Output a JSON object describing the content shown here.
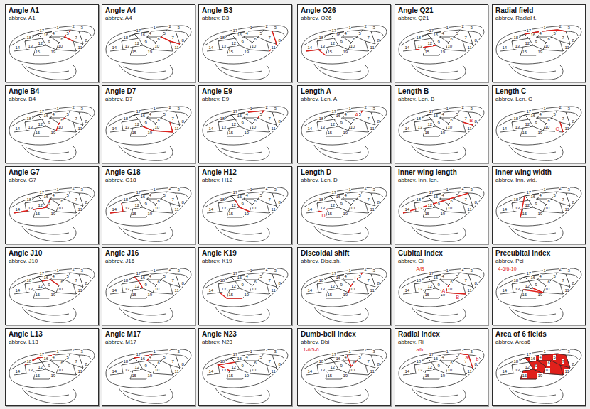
{
  "diagram": {
    "nodes": [
      {
        "text": [
          "Angle A1",
          "abbrev. A1"
        ]
      },
      {
        "text": [
          "Angle A4",
          "abbrev. A4"
        ]
      },
      {
        "text": [
          "Angle B3",
          "abbrev. B3"
        ]
      },
      {
        "text": [
          "Angle O26",
          "abbrev. O26"
        ]
      },
      {
        "text": [
          "Angle Q21",
          "abbrev. Q21"
        ]
      },
      {
        "text": [
          "Radial field",
          "abbrev. Radial f."
        ]
      },
      {
        "text": [
          "Angle B4",
          "abbrev. B4"
        ]
      },
      {
        "text": [
          "Angle D7",
          "abbrev. D7"
        ]
      },
      {
        "text": [
          "Angle E9",
          "abbrev. E9"
        ]
      },
      {
        "text": [
          "Length A",
          "abbrev. Len. A"
        ]
      },
      {
        "text": [
          "Length B",
          "abbrev. Len. B"
        ]
      },
      {
        "text": [
          "Length C",
          "abbrev. Len. C"
        ]
      },
      {
        "text": [
          "Angle G7",
          "abbrev. G7"
        ]
      },
      {
        "text": [
          "Angle G18",
          "abbrev. G18"
        ]
      },
      {
        "text": [
          "Angle H12",
          "abbrev. H12"
        ]
      },
      {
        "text": [
          "Length D",
          "abbrev. Len. D"
        ]
      },
      {
        "text": [
          "Inner wing length",
          "abbrev. Inn. len."
        ]
      },
      {
        "text": [
          "Inner wing width",
          "abbrev. Inn. wid."
        ]
      },
      {
        "text": [
          "Angle J10",
          "abbrev. J10"
        ]
      },
      {
        "text": [
          "Angle J16",
          "abbrev. J16"
        ]
      },
      {
        "text": [
          "Angle K19",
          "abbrev. K19"
        ]
      },
      {
        "text": [
          "Discoidal shift",
          "abbrev. Disc.sh."
        ]
      },
      {
        "text": [
          "Cubital index",
          "abbrev. Ci"
        ]
      },
      {
        "text": [
          "Precubital index",
          "abbrev. Pci"
        ]
      },
      {
        "text": [
          "Angle L13",
          "abbrev. L13"
        ]
      },
      {
        "text": [
          "Angle M17",
          "abbrev. M17"
        ]
      },
      {
        "text": [
          "Angle N23",
          "abbrev. N23"
        ]
      },
      {
        "text": [
          "Dumb-bell index",
          "abbrev. Dbi"
        ]
      },
      {
        "text": [
          "Radial index",
          "abbrev. Ri"
        ]
      },
      {
        "text": [
          "Area of 6 fields",
          "abbrev. Area6"
        ]
      }
    ],
    "labels": [
      "1",
      "2",
      "3",
      "4",
      "5",
      "6",
      "7",
      "8",
      "9",
      "10",
      "11",
      "12",
      "13",
      "14",
      "15",
      "16",
      "17",
      "18",
      "19",
      "1",
      "2",
      "3",
      "4",
      "5",
      "6",
      "7",
      "8",
      "9",
      "10",
      "11",
      "12",
      "13",
      "14",
      "15",
      "16",
      "17",
      "18",
      "19",
      "1",
      "2",
      "3",
      "4",
      "5",
      "6",
      "7",
      "8",
      "9",
      "10",
      "11",
      "12",
      "13",
      "14",
      "15",
      "16",
      "17",
      "18",
      "19",
      "1",
      "2",
      "3",
      "4",
      "5",
      "6",
      "7",
      "8",
      "9",
      "10",
      "11",
      "12",
      "13",
      "14",
      "15",
      "16",
      "17",
      "18",
      "19",
      "1",
      "2",
      "3",
      "4",
      "5",
      "6",
      "7",
      "8",
      "9",
      "10",
      "11",
      "12",
      "13",
      "14",
      "15",
      "16",
      "17",
      "18",
      "19",
      "1",
      "2",
      "3",
      "4",
      "5",
      "6",
      "7",
      "8",
      "9",
      "10",
      "11",
      "12",
      "13",
      "14",
      "15",
      "16",
      "17",
      "18",
      "19",
      "1",
      "2",
      "3",
      "4",
      "5",
      "6",
      "7",
      "8",
      "9",
      "10",
      "11",
      "12",
      "13",
      "14",
      "15",
      "16",
      "17",
      "18",
      "19",
      "1",
      "2",
      "3",
      "4",
      "5",
      "6",
      "7",
      "8",
      "9",
      "10",
      "11",
      "12",
      "13",
      "14",
      "15",
      "16",
      "17",
      "18",
      "19",
      "1",
      "2",
      "3",
      "4",
      "5",
      "6",
      "7",
      "8",
      "9",
      "10",
      "11",
      "12",
      "13",
      "14",
      "15",
      "16",
      "17",
      "18",
      "19",
      "1",
      "2",
      "3",
      "4",
      "5",
      "6",
      "7",
      "8",
      "9",
      "10",
      "11",
      "12",
      "13",
      "14",
      "15",
      "16",
      "17",
      "18",
      "19",
      "A",
      "1",
      "2",
      "3",
      "4",
      "5",
      "6",
      "7",
      "8",
      "9",
      "10",
      "11",
      "12",
      "13",
      "14",
      "15",
      "16",
      "17",
      "18",
      "19",
      "B",
      "1",
      "2",
      "3",
      "4",
      "5",
      "6",
      "7",
      "8",
      "9",
      "10",
      "11",
      "12",
      "13",
      "14",
      "15",
      "16",
      "17",
      "18",
      "19",
      "C",
      "1",
      "2",
      "3",
      "4",
      "5",
      "6",
      "7",
      "8",
      "9",
      "10",
      "11",
      "12",
      "13",
      "14",
      "15",
      "16",
      "17",
      "18",
      "19",
      "1",
      "2",
      "3",
      "4",
      "5",
      "6",
      "7",
      "8",
      "9",
      "10",
      "11",
      "12",
      "13",
      "14",
      "15",
      "16",
      "17",
      "18",
      "19",
      "1",
      "2",
      "3",
      "4",
      "5",
      "6",
      "7",
      "8",
      "9",
      "10",
      "11",
      "12",
      "13",
      "14",
      "15",
      "16",
      "17",
      "18",
      "19",
      "1",
      "2",
      "3",
      "4",
      "5",
      "6",
      "7",
      "8",
      "9",
      "10",
      "11",
      "12",
      "13",
      "14",
      "15",
      "16",
      "17",
      "18",
      "19",
      "D",
      "1",
      "2",
      "3",
      "4",
      "5",
      "6",
      "7",
      "8",
      "9",
      "10",
      "11",
      "12",
      "13",
      "14",
      "15",
      "16",
      "17",
      "18",
      "19",
      "1",
      "2",
      "3",
      "4",
      "5",
      "6",
      "7",
      "8",
      "9",
      "10",
      "11",
      "12",
      "13",
      "14",
      "15",
      "16",
      "17",
      "18",
      "19",
      "1",
      "2",
      "3",
      "4",
      "5",
      "6",
      "7",
      "8",
      "9",
      "10",
      "11",
      "12",
      "13",
      "14",
      "15",
      "16",
      "17",
      "18",
      "19",
      "1",
      "2",
      "3",
      "4",
      "5",
      "6",
      "7",
      "8",
      "9",
      "10",
      "11",
      "12",
      "13",
      "14",
      "15",
      "16",
      "17",
      "18",
      "19",
      "1",
      "2",
      "3",
      "4",
      "5",
      "6",
      "7",
      "8",
      "9",
      "10",
      "11",
      "12",
      "13",
      "14",
      "15",
      "16",
      "17",
      "18",
      "19",
      "1",
      "2",
      "3",
      "4",
      "5",
      "6",
      "7",
      "8",
      "9",
      "10",
      "11",
      "12",
      "13",
      "14",
      "15",
      "16",
      "17",
      "18",
      "19",
      "+",
      "-",
      "1",
      "2",
      "3",
      "4",
      "5",
      "6",
      "7",
      "8",
      "9",
      "10",
      "11",
      "12",
      "13",
      "14",
      "15",
      "16",
      "17",
      "18",
      "19",
      "A/B",
      "A",
      "B",
      "1",
      "2",
      "3",
      "4",
      "5",
      "6",
      "7",
      "8",
      "9",
      "10",
      "11",
      "12",
      "13",
      "14",
      "15",
      "16",
      "17",
      "18",
      "19",
      "4-6/6-10",
      "1",
      "2",
      "3",
      "4",
      "5",
      "6",
      "7",
      "8",
      "9",
      "10",
      "11",
      "12",
      "13",
      "14",
      "15",
      "16",
      "17",
      "18",
      "19",
      "1",
      "2",
      "3",
      "4",
      "5",
      "6",
      "7",
      "8",
      "9",
      "10",
      "11",
      "12",
      "13",
      "14",
      "15",
      "16",
      "17",
      "18",
      "19",
      "1",
      "2",
      "3",
      "4",
      "5",
      "6",
      "7",
      "8",
      "9",
      "10",
      "11",
      "12",
      "13",
      "14",
      "15",
      "16",
      "17",
      "18",
      "19",
      "1",
      "2",
      "3",
      "4",
      "5",
      "6",
      "7",
      "8",
      "9",
      "10",
      "11",
      "12",
      "13",
      "14",
      "15",
      "16",
      "17",
      "18",
      "19",
      "1-6/5-6",
      "1",
      "2",
      "3",
      "4",
      "5",
      "6",
      "7",
      "8",
      "9",
      "10",
      "11",
      "12",
      "13",
      "14",
      "15",
      "16",
      "17",
      "18",
      "19",
      "a/b",
      "a",
      "b",
      "1",
      "2",
      "3",
      "4",
      "5",
      "6",
      "7",
      "8",
      "9",
      "10",
      "11",
      "12",
      "13",
      "14",
      "15",
      "16",
      "17",
      "18",
      "19"
    ]
  }
}
